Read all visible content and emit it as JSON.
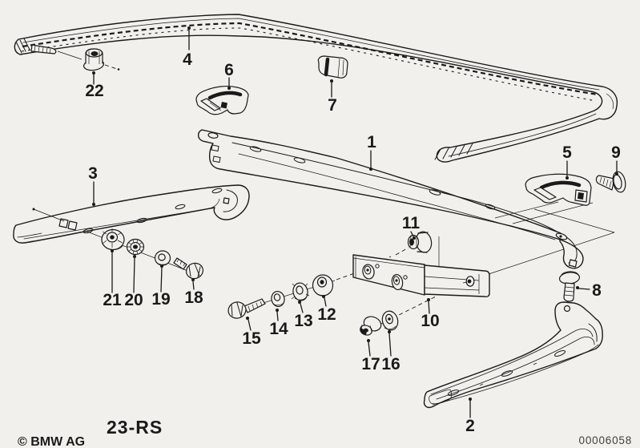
{
  "page": {
    "background": "#f1f0ed",
    "ink": "#1a1a1a"
  },
  "footer": {
    "plate_code": "23-RS",
    "copyright": "© BMW AG",
    "doc_number": "00006058"
  },
  "callouts": {
    "n1": "1",
    "n2": "2",
    "n3": "3",
    "n4": "4",
    "n5": "5",
    "n6": "6",
    "n7": "7",
    "n8": "8",
    "n9": "9",
    "n10": "10",
    "n11": "11",
    "n12": "12",
    "n13": "13",
    "n14": "14",
    "n15": "15",
    "n16": "16",
    "n17": "17",
    "n18": "18",
    "n19": "19",
    "n20": "20",
    "n21": "21",
    "n22": "22"
  }
}
